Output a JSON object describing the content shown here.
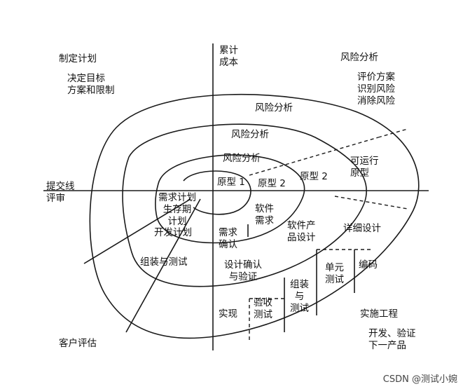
{
  "axes": {
    "y_label": "累计\n成本",
    "x_label": "提交线\n评审"
  },
  "quadrants": {
    "top_left": {
      "title": "制定计划",
      "items": "决定目标\n方案和限制"
    },
    "top_right": {
      "title": "风险分析",
      "items": "评价方案\n识别风险\n消除风险"
    },
    "bottom_right": {
      "title": "实施工程",
      "items": "开发、验证\n下一产品"
    },
    "bottom_left": {
      "title": "客户评估"
    }
  },
  "risk_labels": [
    "风险分析",
    "风险分析",
    "风险分析"
  ],
  "prototypes": [
    "原型 1",
    "原型 2",
    "原型 2",
    "可运行\n原型"
  ],
  "phases": {
    "req_plan": "需求计划\n生存期\n计划",
    "dev_plan": "开发计划",
    "assembly_test_plan": "组装与测试",
    "software_req": "软件\n需求",
    "req_confirm": "需求\n确认",
    "product_design": "软件产\n品设计",
    "design_confirm": "设计确认\n与验证",
    "detailed_design": "详细设计",
    "coding": "编码",
    "unit_test": "单元\n测试",
    "assembly_test": "组装\n与\n测试",
    "acceptance_test": "验收\n测试",
    "implementation": "实现"
  },
  "watermark": "CSDN @测试小婉",
  "colors": {
    "line": "#1a1a1a",
    "text": "#111111"
  }
}
